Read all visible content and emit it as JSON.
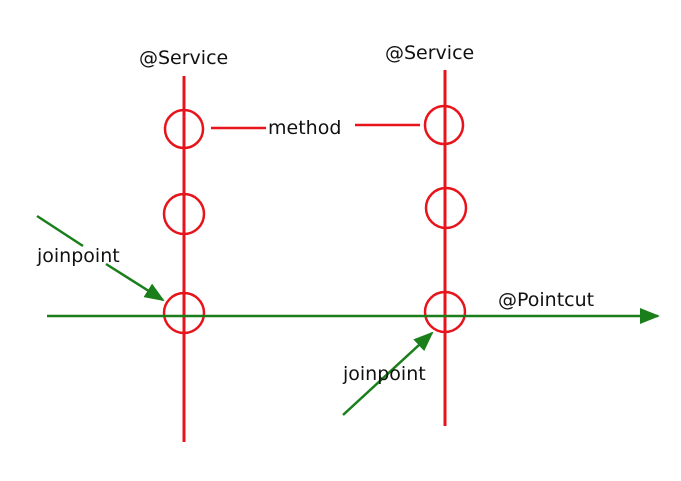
{
  "labels": {
    "service_left": "@Service",
    "service_right": "@Service",
    "method": "method",
    "pointcut": "@Pointcut",
    "joinpoint_left": "joinpoint",
    "joinpoint_right": "joinpoint"
  },
  "colors": {
    "service": "#e8141c",
    "pointcut": "#1a7f1a",
    "text": "#111111",
    "background": "#ffffff"
  }
}
